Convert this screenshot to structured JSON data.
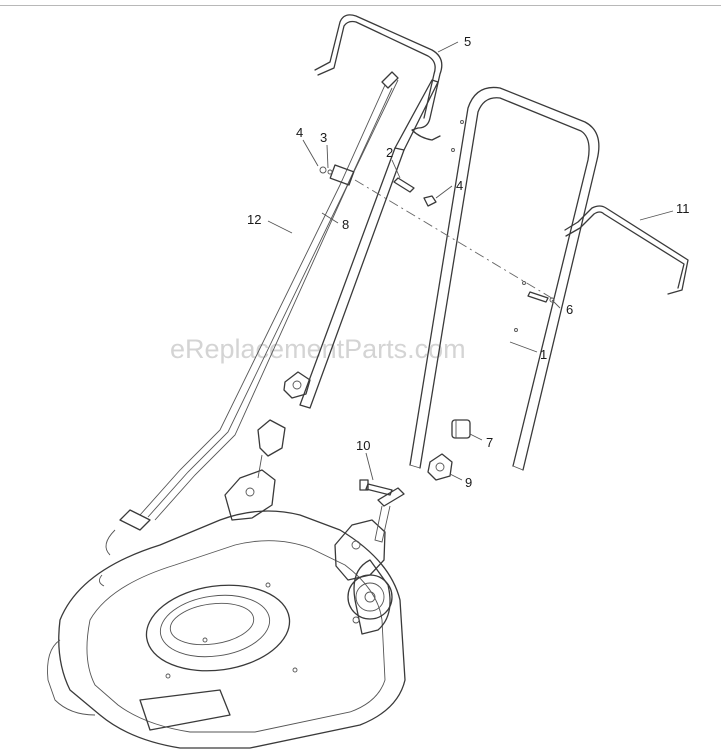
{
  "watermark": "eReplacementParts.com",
  "callouts": [
    {
      "id": "5",
      "text": "5"
    },
    {
      "id": "4a",
      "text": "4"
    },
    {
      "id": "3",
      "text": "3"
    },
    {
      "id": "2",
      "text": "2"
    },
    {
      "id": "4b",
      "text": "4"
    },
    {
      "id": "11",
      "text": "11"
    },
    {
      "id": "12",
      "text": "12"
    },
    {
      "id": "8",
      "text": "8"
    },
    {
      "id": "6",
      "text": "6"
    },
    {
      "id": "1",
      "text": "1"
    },
    {
      "id": "7",
      "text": "7"
    },
    {
      "id": "10",
      "text": "10"
    },
    {
      "id": "9",
      "text": "9"
    }
  ],
  "colors": {
    "line": "#3a3a3a",
    "watermark": "#d4d4d4",
    "background": "#ffffff"
  }
}
